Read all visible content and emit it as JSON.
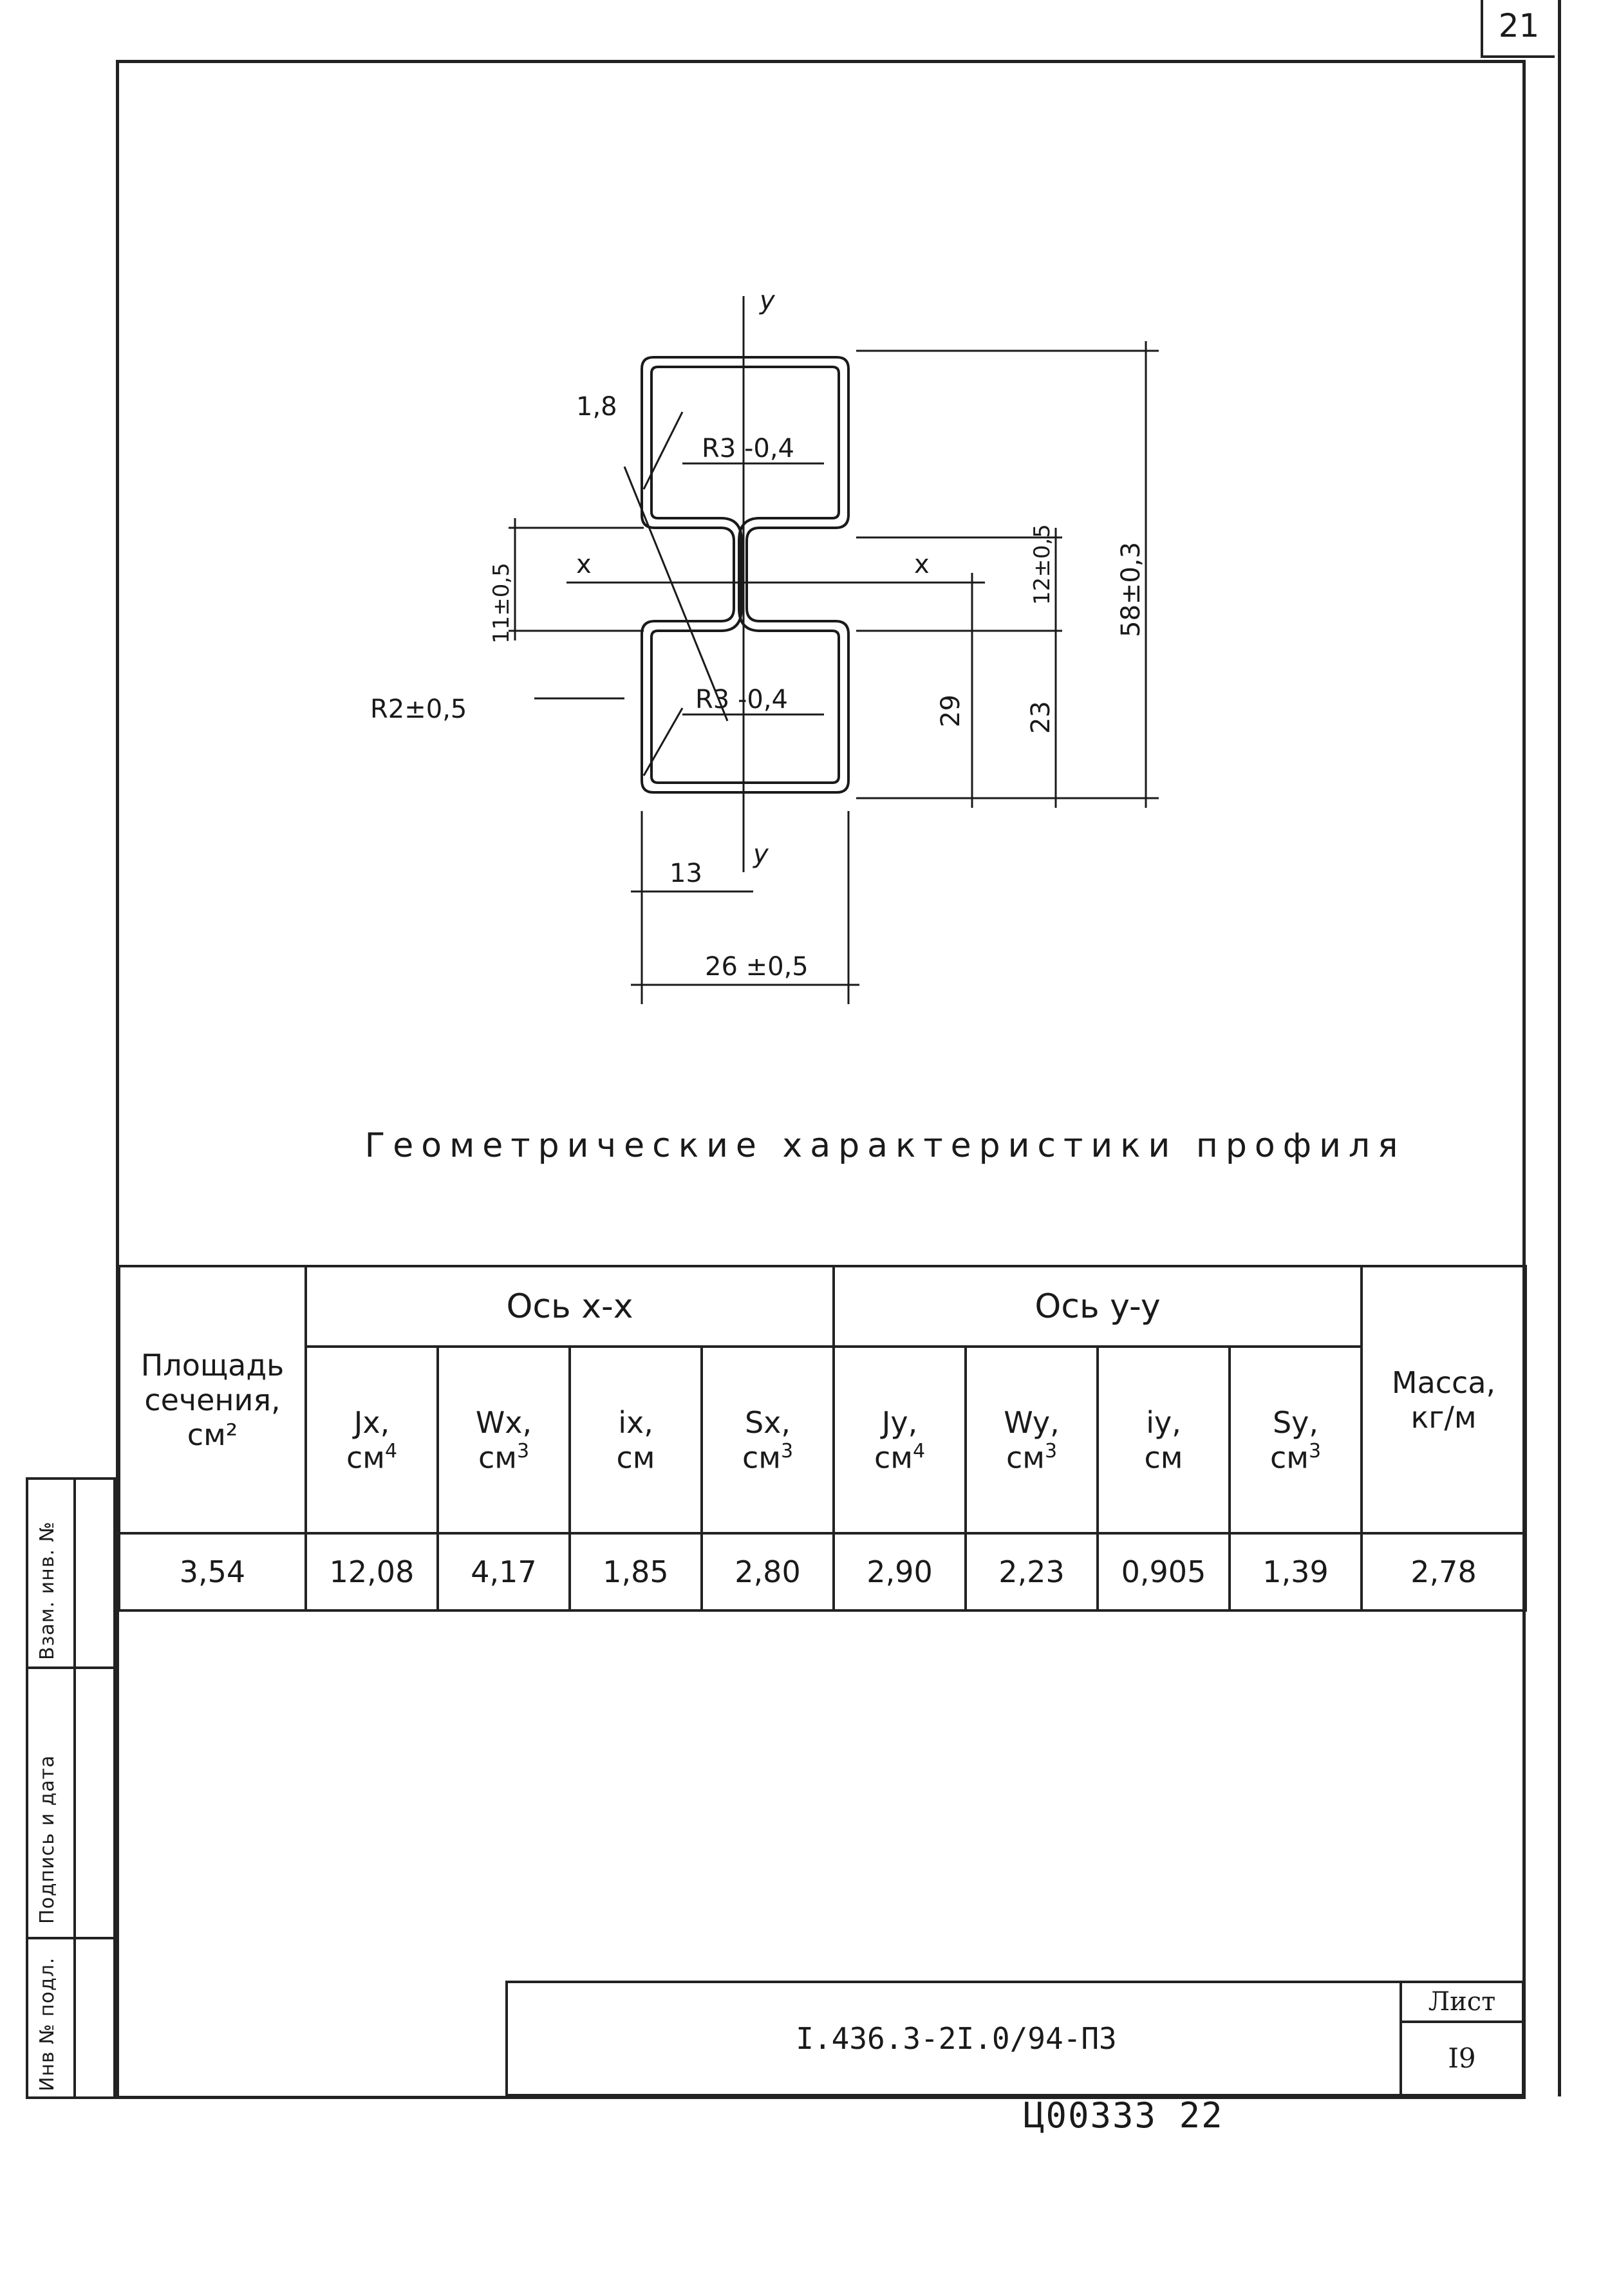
{
  "corner_page_number": "21",
  "drawing": {
    "labels": {
      "y_top": "y",
      "y_bottom": "y",
      "x_left": "x",
      "x_right": "x",
      "thickness": "1,8",
      "radius_top": "R3 -0,4",
      "radius_bottom": "R3 -0,4",
      "radius_web": "R2±0,5",
      "web_height": "11±0,5",
      "dim_12": "12±0,5",
      "dim_23": "23",
      "dim_29": "29",
      "dim_58": "58±0,3",
      "dim_13": "13",
      "dim_26": "26 ±0,5"
    }
  },
  "title": "Геометрические характеристики профиля",
  "table": {
    "area_header": [
      "Площадь",
      "сечения,",
      "см²"
    ],
    "axis_x_header": "Ось x-x",
    "axis_y_header": "Ось y-y",
    "mass_header": [
      "Масса,",
      "кг/м"
    ],
    "subheaders": [
      {
        "sym": "Jx,",
        "unit": "см",
        "exp": "4"
      },
      {
        "sym": "Wx,",
        "unit": "см",
        "exp": "3"
      },
      {
        "sym": "ix,",
        "unit": "см",
        "exp": ""
      },
      {
        "sym": "Sx,",
        "unit": "см",
        "exp": "3"
      },
      {
        "sym": "Jy,",
        "unit": "см",
        "exp": "4"
      },
      {
        "sym": "Wy,",
        "unit": "см",
        "exp": "3"
      },
      {
        "sym": "iy,",
        "unit": "см",
        "exp": ""
      },
      {
        "sym": "Sy,",
        "unit": "см",
        "exp": "3"
      }
    ],
    "values": [
      "3,54",
      "12,08",
      "4,17",
      "1,85",
      "2,80",
      "2,90",
      "2,23",
      "0,905",
      "1,39",
      "2,78"
    ]
  },
  "side_stamp": {
    "inv_no": "Инв № подл.",
    "signature": "Подпись и дата",
    "replaces": "Взам. инв. №"
  },
  "stamp": {
    "code": "I.436.3-2I.0/94-ПЗ",
    "sheet_label": "Лист",
    "sheet_number": "I9"
  },
  "archive_mark": "Ц00333  22"
}
